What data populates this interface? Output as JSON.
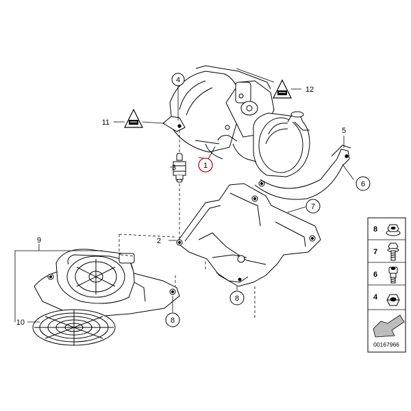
{
  "callouts": {
    "c1": "1",
    "c2": "2",
    "c3": "3",
    "c4": "4",
    "c5": "5",
    "c6": "6",
    "c7": "7",
    "c8a": "8",
    "c8b": "8",
    "c9": "9",
    "c10": "10",
    "c11": "11",
    "c12": "12"
  },
  "hardware_panel": {
    "items": [
      {
        "label": "8",
        "icon": "hex-nut-flange-icon"
      },
      {
        "label": "7",
        "icon": "hex-bolt-icon"
      },
      {
        "label": "6",
        "icon": "collar-bolt-icon"
      },
      {
        "label": "4",
        "icon": "hex-nut-icon"
      }
    ]
  },
  "doc_id": "00167966",
  "colors": {
    "line": "#000000",
    "highlight": "#d00000",
    "arrow_fill": "#bcbcbc"
  }
}
